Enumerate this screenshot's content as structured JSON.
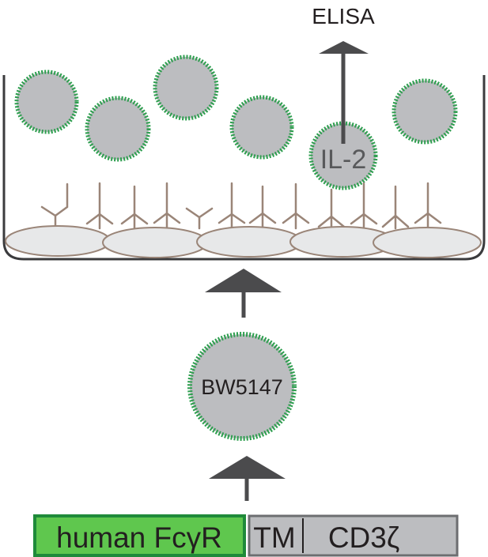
{
  "labels": {
    "assay": "ELISA",
    "cytokine": "IL-2",
    "cell_line": "BW5147"
  },
  "construct": {
    "receptor": "human FcγR",
    "transmembrane": "TM",
    "signaling": "CD3ζ"
  },
  "colors": {
    "cell_fill": "#bcbdc0",
    "cell_border": "#2e9e4f",
    "arrow": "#4b4b4d",
    "antibody": "#9a8578",
    "target_cell_fill": "#e7e8e9",
    "plate_outline": "#3b3b3d",
    "receptor_box_fill": "#5fc74e",
    "receptor_box_border": "#1f8a3a",
    "domain_box_fill": "#bcbdc0",
    "domain_box_border": "#6d6e71"
  }
}
